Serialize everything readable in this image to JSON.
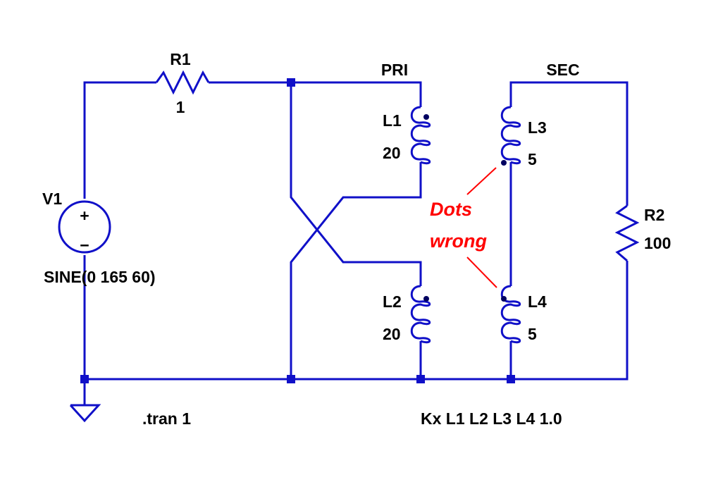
{
  "colors": {
    "wire": "#1010c8",
    "text": "#000000",
    "annotation": "#ff0000",
    "dot": "#000060",
    "background": "#ffffff"
  },
  "components": {
    "r1": {
      "name": "R1",
      "value": "1"
    },
    "r2": {
      "name": "R2",
      "value": "100"
    },
    "v1": {
      "name": "V1",
      "value": "SINE(0 165 60)",
      "plus": "+",
      "minus": "−"
    },
    "l1": {
      "name": "L1",
      "value": "20"
    },
    "l2": {
      "name": "L2",
      "value": "20"
    },
    "l3": {
      "name": "L3",
      "value": "5"
    },
    "l4": {
      "name": "L4",
      "value": "5"
    }
  },
  "net_labels": {
    "pri": "PRI",
    "sec": "SEC"
  },
  "directives": {
    "tran": ".tran 1",
    "coupling": "Kx L1 L2 L3 L4 1.0"
  },
  "annotation": {
    "line1": "Dots",
    "line2": "wrong"
  }
}
